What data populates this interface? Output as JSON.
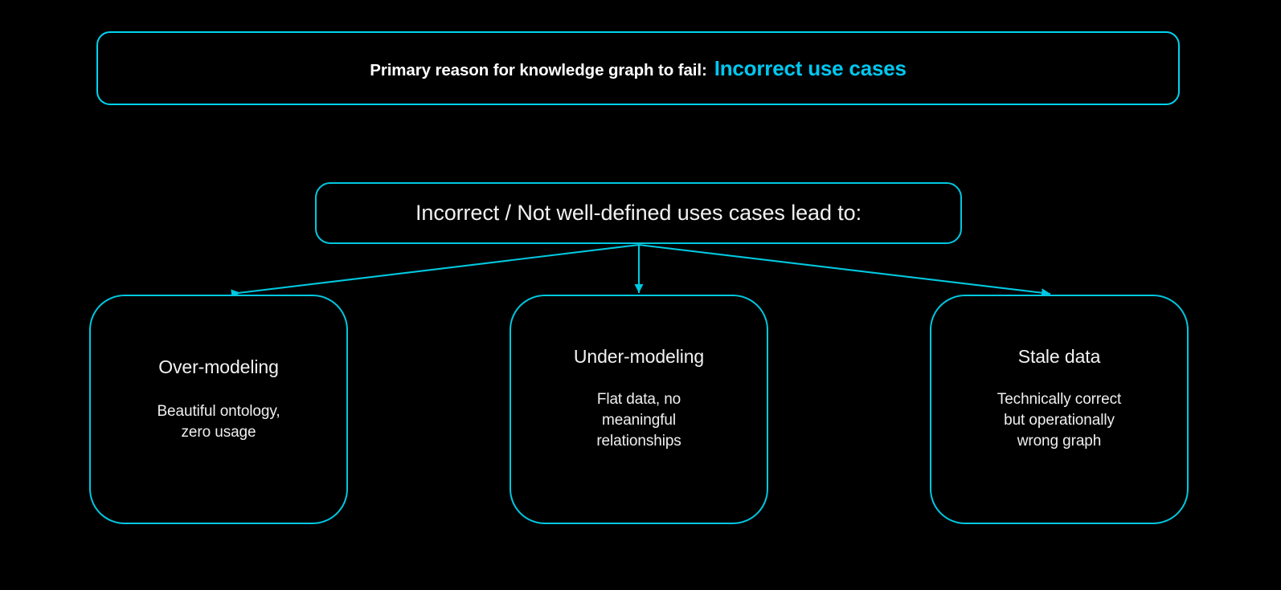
{
  "background_color": "#000000",
  "accent_color": "#00c8e0",
  "accent_text_color": "#00c8f0",
  "text_color": "#ffffff",
  "header": {
    "static_text": "Primary reason for knowledge graph to fail:",
    "accent_text": "Incorrect use cases"
  },
  "mid_node": {
    "text": "Incorrect / Not well-defined uses cases lead to:"
  },
  "leaf_nodes": [
    {
      "title": "Over-modeling",
      "description": "Beautiful ontology,\nzero usage"
    },
    {
      "title": "Under-modeling",
      "description": "Flat data, no\nmeaningful\nrelationships"
    },
    {
      "title": "Stale data",
      "description": "Technically correct\nbut operationally\nwrong graph"
    }
  ],
  "connectors": [
    {
      "name": "arrow-to-over-modeling",
      "from": "mid_node",
      "to": "leaf_nodes.0"
    },
    {
      "name": "arrow-to-under-modeling",
      "from": "mid_node",
      "to": "leaf_nodes.1"
    },
    {
      "name": "arrow-to-stale-data",
      "from": "mid_node",
      "to": "leaf_nodes.2"
    }
  ]
}
